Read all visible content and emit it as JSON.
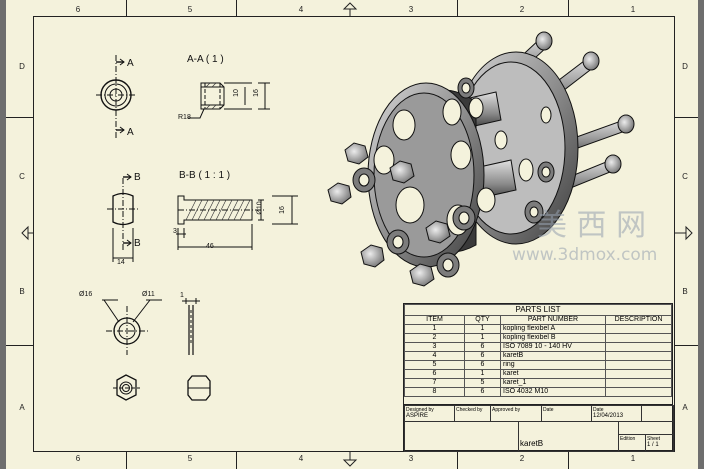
{
  "zones_top": [
    "6",
    "5",
    "4",
    "3",
    "2",
    "1"
  ],
  "zones_side": [
    "D",
    "C",
    "B",
    "A"
  ],
  "views": {
    "section_aa_title": "A-A ( 1 )",
    "section_bb_title": "B-B ( 1 : 1 )",
    "cut_a_top": "A",
    "cut_a_bottom": "A",
    "cut_b_top": "B",
    "cut_b_bottom": "B"
  },
  "dims": {
    "d10_a": "10",
    "d16_a": "16",
    "r18": "R18",
    "d10_b": "Ø10",
    "d16_b": "16",
    "d3": "3",
    "d46": "46",
    "d14": "14",
    "d_o16": "Ø16",
    "d_o11": "Ø11",
    "d1": "1"
  },
  "parts_list": {
    "title": "PARTS LIST",
    "headers": [
      "ITEM",
      "QTY",
      "PART NUMBER",
      "DESCRIPTION"
    ],
    "rows": [
      {
        "item": "1",
        "qty": "1",
        "part": "kopling flexibel A",
        "desc": ""
      },
      {
        "item": "2",
        "qty": "1",
        "part": "kopling flexibel B",
        "desc": ""
      },
      {
        "item": "3",
        "qty": "6",
        "part": "ISO 7089 10 - 140 HV",
        "desc": ""
      },
      {
        "item": "4",
        "qty": "6",
        "part": "karetB",
        "desc": ""
      },
      {
        "item": "5",
        "qty": "6",
        "part": "ring",
        "desc": ""
      },
      {
        "item": "6",
        "qty": "1",
        "part": "karet",
        "desc": ""
      },
      {
        "item": "7",
        "qty": "5",
        "part": "karet_1",
        "desc": ""
      },
      {
        "item": "8",
        "qty": "6",
        "part": "ISO 4032 M10",
        "desc": ""
      }
    ]
  },
  "title_block": {
    "designed_by_label": "Designed by",
    "designed_by": "ASPIRE",
    "checked_by_label": "Checked by",
    "approved_by_label": "Approved by",
    "date_label": "Date",
    "date_label_2": "Date",
    "date": "12/04/2013",
    "part_name": "karetB",
    "edition_label": "Edition",
    "sheet_label": "Sheet",
    "sheet": "1 / 1"
  },
  "watermark": {
    "cn": "美 西 网",
    "url": "www.3dmox.com"
  }
}
